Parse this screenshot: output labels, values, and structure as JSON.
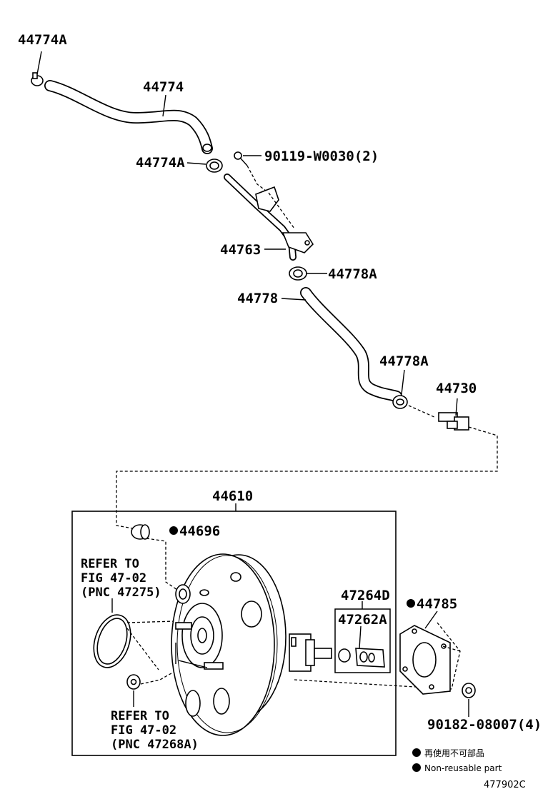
{
  "labels": {
    "hose_clip_top": "44774A",
    "hose_upper": "44774",
    "hose_clip_upper": "44774A",
    "bolt": "90119-W0030(2)",
    "pipe": "44763",
    "clip_lower_a": "44778A",
    "hose_lower": "44778",
    "clip_lower_b": "44778A",
    "check_valve": "44730",
    "booster_assy": "44610",
    "grommet": "44696",
    "pushrod_set": "47264D",
    "clevis": "47262A",
    "gasket": "44785",
    "nut": "90182-08007(4)"
  },
  "refs": {
    "ref1": [
      "REFER TO",
      "FIG 47-02",
      "(PNC 47275)"
    ],
    "ref2": [
      "REFER TO",
      "FIG 47-02",
      "(PNC 47268A)"
    ]
  },
  "legend": {
    "line_jp": "再使用不可部品",
    "line_en": "Non-reusable part"
  },
  "diagram_code": "477902C"
}
